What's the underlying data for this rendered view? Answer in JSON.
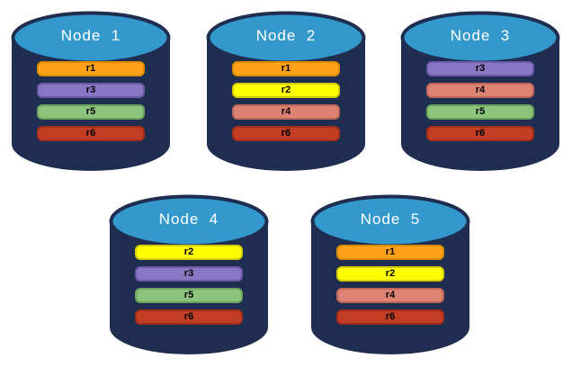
{
  "colors": {
    "background": "#ffffff",
    "cylinder_body": "#1E2D50",
    "cylinder_top": "#3399CC",
    "title_text": "#ffffff",
    "bar_text": "#000000",
    "replica_palette": {
      "r1": {
        "fill": "#FFA019",
        "border": "#DB8C00"
      },
      "r2": {
        "fill": "#FFFF00",
        "border": "#D6CC00"
      },
      "r3": {
        "fill": "#8878C4",
        "border": "#6A5AA8"
      },
      "r4": {
        "fill": "#DD8372",
        "border": "#C0665A"
      },
      "r5": {
        "fill": "#8CC47D",
        "border": "#6BA55C"
      },
      "r6": {
        "fill": "#C33D24",
        "border": "#A32D17"
      }
    }
  },
  "nodes": [
    {
      "title": "Node  1",
      "replicas": [
        "r1",
        "r3",
        "r5",
        "r6"
      ]
    },
    {
      "title": "Node  2",
      "replicas": [
        "r1",
        "r2",
        "r4",
        "r6"
      ]
    },
    {
      "title": "Node  3",
      "replicas": [
        "r3",
        "r4",
        "r5",
        "r6"
      ]
    },
    {
      "title": "Node  4",
      "replicas": [
        "r2",
        "r3",
        "r5",
        "r6"
      ]
    },
    {
      "title": "Node  5",
      "replicas": [
        "r1",
        "r2",
        "r4",
        "r6"
      ]
    }
  ]
}
